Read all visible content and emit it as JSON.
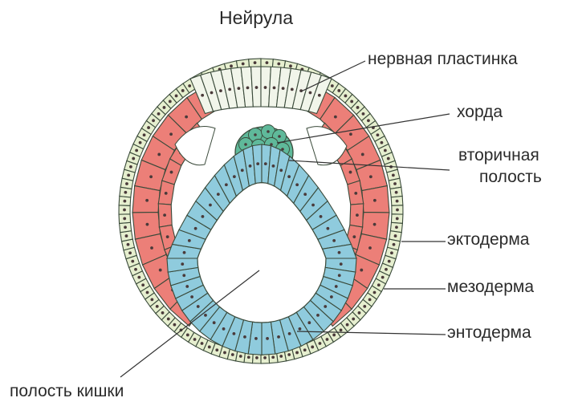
{
  "title": "Нейрула",
  "labels": {
    "neural_plate": "нервная пластинка",
    "chord": "хорда",
    "secondary_cavity_line1": "вторичная",
    "secondary_cavity_line2": "полость",
    "ectoderm": "эктодерма",
    "mesoderm": "мезодерма",
    "endoderm": "энтодерма",
    "gut_cavity": "полость кишки"
  },
  "colors": {
    "ectoderm": "#e6efcf",
    "neural_plate": "#f1f5ea",
    "mesoderm": "#ec7f78",
    "chord": "#5fb99a",
    "endoderm": "#8fcbdd",
    "cell_outline": "#3a4a3a",
    "nucleus": "#4a3a3a"
  }
}
